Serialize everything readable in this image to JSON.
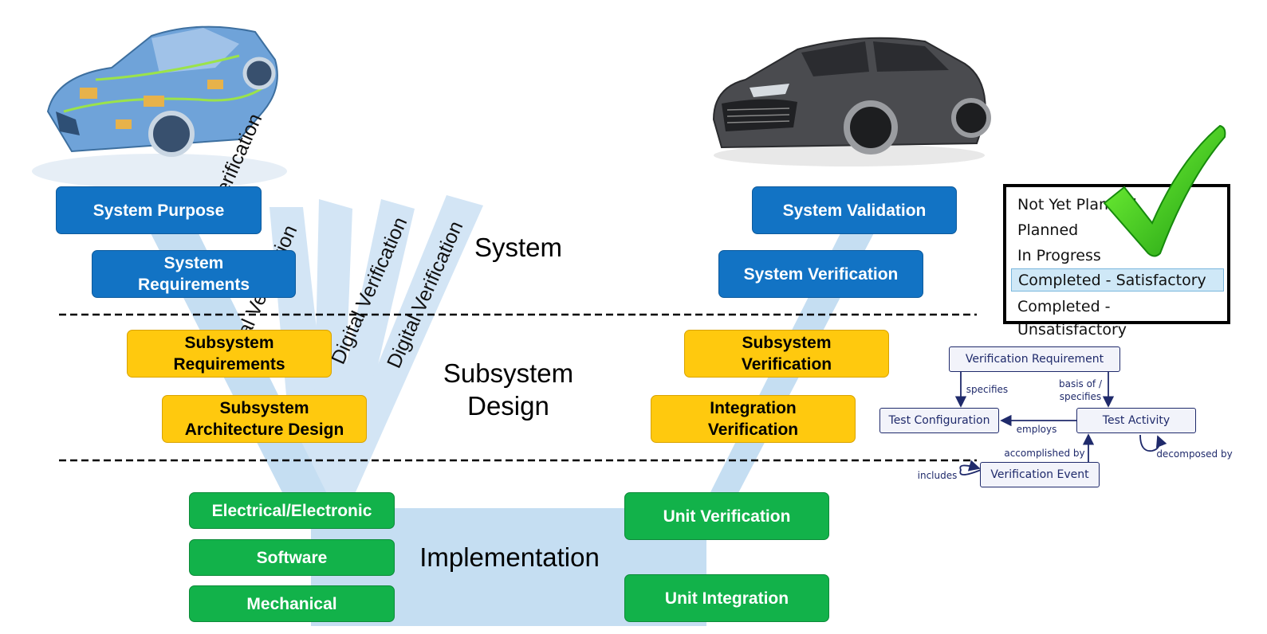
{
  "digital_verification_labels": [
    "Digital Verification",
    "Digital Verification",
    "Digital Verification",
    "Digital Verification"
  ],
  "left_column": {
    "system_purpose": "System Purpose",
    "system_requirements": "System Requirements",
    "subsystem_requirements": "Subsystem Requirements",
    "subsystem_architecture_design": "Subsystem Architecture Design"
  },
  "implementation_boxes": [
    "Electrical/Electronic",
    "Software",
    "Mechanical"
  ],
  "right_column": {
    "system_validation": "System Validation",
    "system_verification": "System Verification",
    "subsystem_verification": "Subsystem Verification",
    "integration_verification": "Integration Verification",
    "unit_verification": "Unit Verification",
    "unit_integration": "Unit Integration"
  },
  "level_labels": {
    "system": "System",
    "subsystem_design": "Subsystem Design",
    "implementation": "Implementation"
  },
  "status_list": {
    "items": [
      "Not Yet Planned",
      "Planned",
      "In Progress",
      "Completed - Satisfactory",
      "Completed - Unsatisfactory"
    ],
    "selected": "Completed - Satisfactory"
  },
  "verification_model": {
    "nodes": {
      "verification_requirement": "Verification Requirement",
      "test_configuration": "Test Configuration",
      "test_activity": "Test Activity",
      "verification_event": "Verification Event"
    },
    "edges": {
      "specifies": "specifies",
      "basis_of_specifies": "basis of / specifies",
      "employs": "employs",
      "accomplished_by": "accomplished by",
      "decomposed_by": "decomposed by",
      "includes": "includes"
    }
  },
  "colors": {
    "system_blue": "#1273c4",
    "subsystem_yellow": "#ffc90e",
    "implementation_green": "#12b24a",
    "v_band": "#c5def2",
    "check_green": "#33cc22"
  },
  "images": [
    "car-xray-image",
    "sedan-photo",
    "checkmark-icon"
  ]
}
